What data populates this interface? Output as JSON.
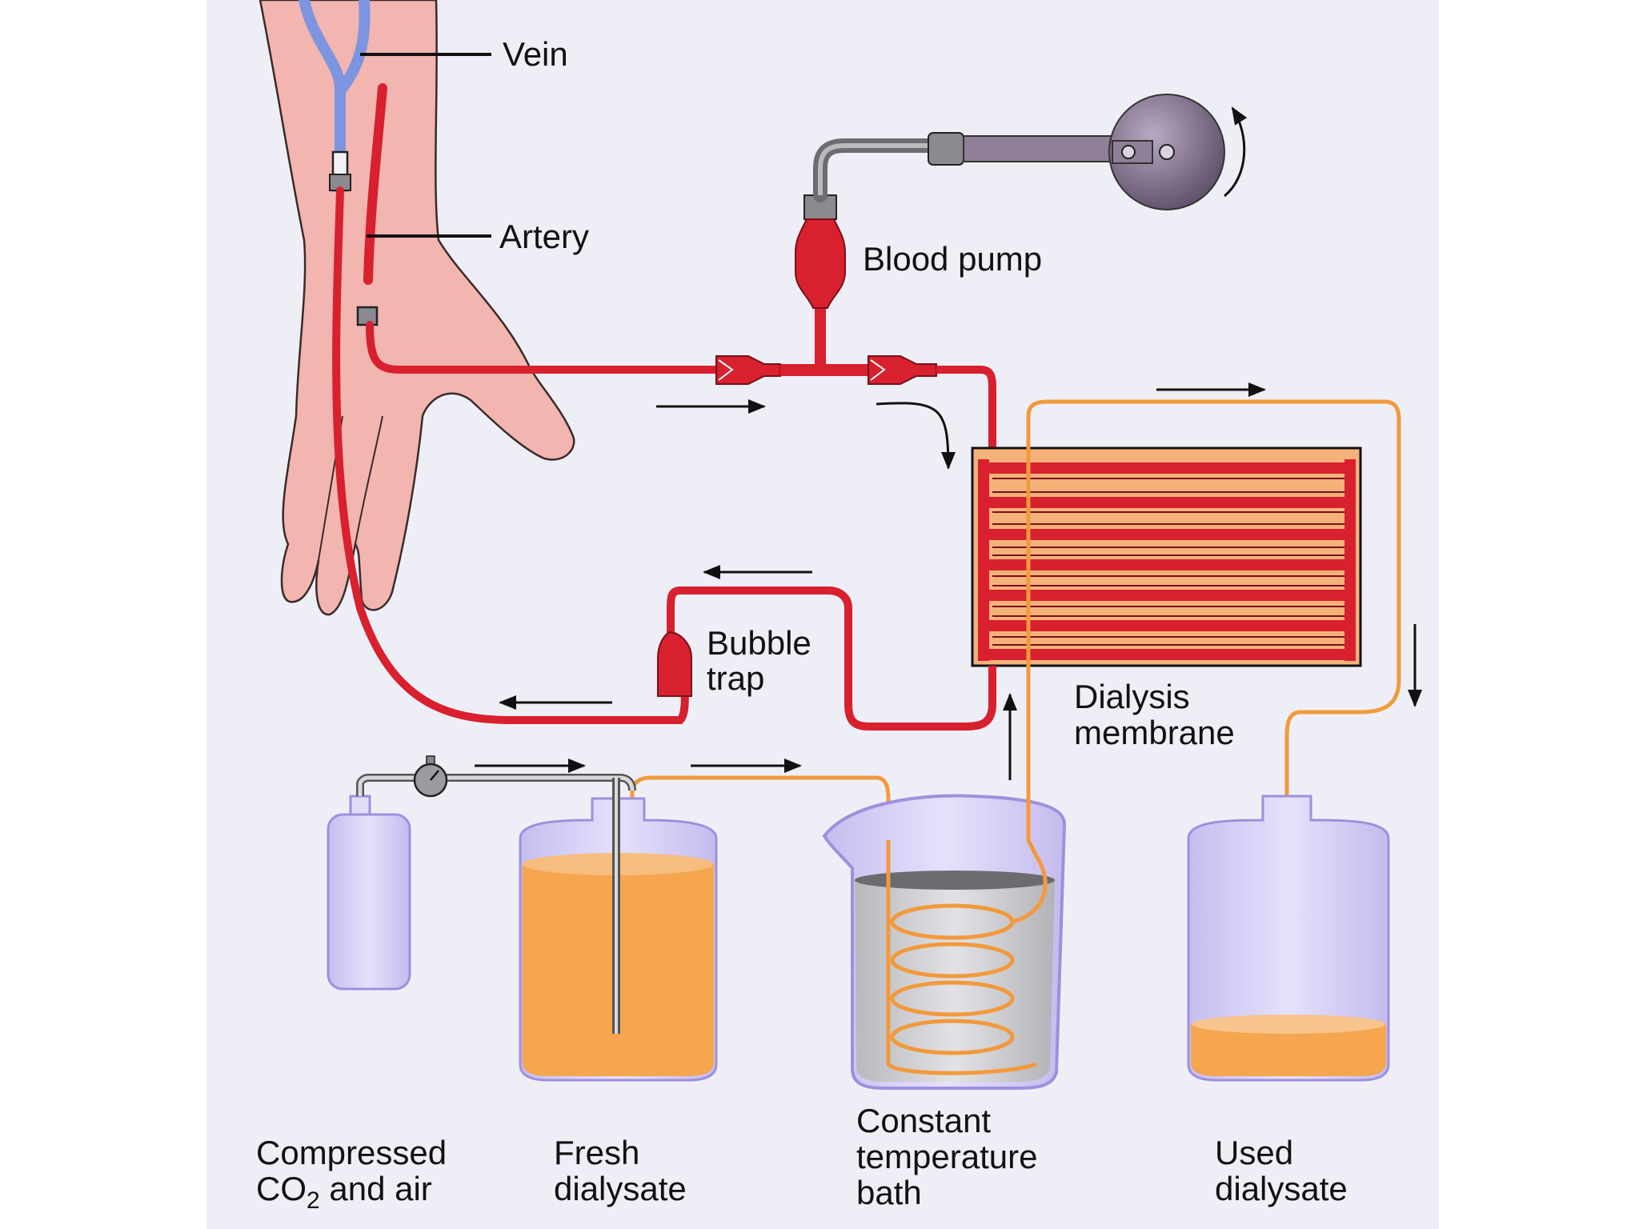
{
  "labels": {
    "vein": "Vein",
    "artery": "Artery",
    "blood_pump": "Blood pump",
    "bubble_trap": {
      "line1": "Bubble",
      "line2": "trap"
    },
    "dialysis_membrane": {
      "line1": "Dialysis",
      "line2": "membrane"
    },
    "compressed_gas": {
      "line1": "Compressed",
      "line2_prefix": "CO",
      "line2_sub": "2",
      "line2_suffix": " and air"
    },
    "fresh_dialysate": {
      "line1": "Fresh",
      "line2": "dialysate"
    },
    "constant_temperature_bath": {
      "line1": "Constant",
      "line2": "temperature",
      "line3": "bath"
    },
    "used_dialysate": {
      "line1": "Used",
      "line2": "dialysate"
    }
  },
  "colors": {
    "background": "#ffffff",
    "panel": "#eeeff6",
    "blood": "#d8202f",
    "dialysate_line": "#f29a3c",
    "dialysate_fluid": "#f5a64f",
    "vein": "#7d95e0",
    "skin": "#f2b5b0",
    "glass": "#d9d3f5",
    "glass_outline": "#a08fdc",
    "metal": "#8a8a90",
    "pump": "#7b6a84"
  },
  "icons": [
    "flow-arrow-icon",
    "pressure-gauge-icon",
    "rotation-arrow-icon"
  ]
}
